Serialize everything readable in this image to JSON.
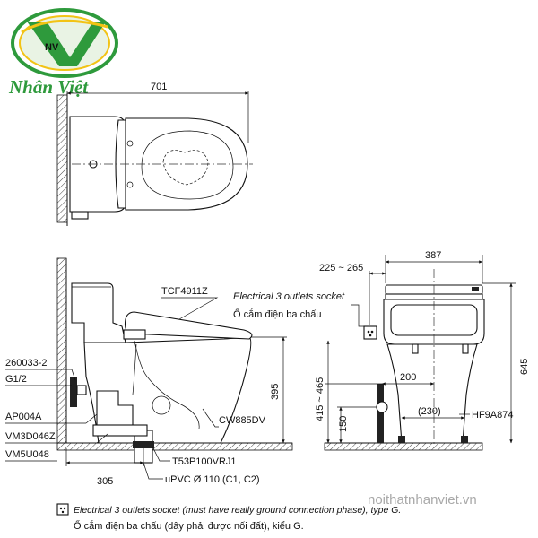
{
  "brand": {
    "logo_letters": "NV",
    "name": "Nhân Việt",
    "watermark": "noithatnhanviet.vn"
  },
  "top_view": {
    "width_dim": "701"
  },
  "side_view": {
    "labels": {
      "seat": "TCF4911Z",
      "part_260033": "260033-2",
      "g12": "G1/2",
      "ap004a": "AP004A",
      "vm3d046z": "VM3D046Z",
      "vm5u048": "VM5U048",
      "t53p": "T53P100VRJ1",
      "upvc": "uPVC Ø 110 (C1, C2)",
      "cw885dv": "CW885DV"
    },
    "dims": {
      "height": "395",
      "depth": "305"
    }
  },
  "front_view": {
    "dims": {
      "width": "387",
      "socket_range": "225 ~ 265",
      "total_height": "645",
      "inlet_height": "415 ~ 465",
      "inlet_offset": "200",
      "bottom_width": "(230)",
      "floor_height": "150"
    },
    "labels": {
      "socket": "Electrical 3 outlets socket",
      "socket_vi": "Ổ cắm điện ba chấu",
      "hf9a874": "HF9A874"
    }
  },
  "footnote": {
    "line1": "Electrical 3 outlets socket (must have really ground connection phase), type G.",
    "line2": "Ổ cắm điện ba chấu (dây phải được nối đất), kiểu G."
  }
}
